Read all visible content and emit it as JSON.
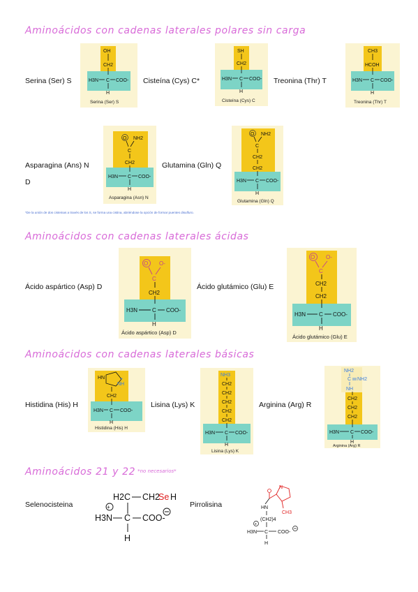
{
  "sections": {
    "polar": "Aminoácidos con cadenas laterales polares sin carga",
    "acidic": "Aminoácidos con cadenas laterales ácidas",
    "basic": "Aminoácidos con cadenas laterales básicas",
    "extra": "Aminoácidos 21 y 22",
    "extra_note": "*no necesarios*"
  },
  "amino": {
    "serina": {
      "label": "Serina (Ser) S",
      "caption": "Serina (Ser) S",
      "side": [
        "OH",
        "CH2"
      ]
    },
    "cisteina": {
      "label": "Cisteína (Cys) C*",
      "caption": "Cisteína (Cys) C",
      "side": [
        "SH",
        "CH2"
      ]
    },
    "treonina": {
      "label": "Treonina (Thr) T",
      "caption": "Treonina (Thr) T",
      "side": [
        "CH3",
        "HCOH"
      ]
    },
    "asparagina": {
      "label1": "Asparagina (Ans) N",
      "label2": "D",
      "caption": "Asparagina (Asn) N",
      "side": [
        "O",
        "NH2",
        "C",
        "CH2"
      ]
    },
    "glutamina": {
      "label": "Glutamina (Gln) Q",
      "caption": "Glutamina (Gln) Q",
      "side": [
        "O",
        "NH2",
        "C",
        "CH2",
        "CH2"
      ]
    },
    "aspartico": {
      "label": "Ácido aspártico (Asp) D",
      "caption": "Ácido aspártico (Asp) D",
      "side": [
        "O",
        "O-",
        "C",
        "CH2"
      ]
    },
    "glutamico": {
      "label": "Ácido glutámico (Glu) E",
      "caption": "Ácido glutámico (Glu) E",
      "side": [
        "O",
        "O-",
        "C",
        "CH2",
        "CH2"
      ]
    },
    "histidina": {
      "label": "Histidina (His) H",
      "caption": "Histidina (His) H",
      "side": [
        "HN",
        "NH",
        "+",
        "CH2"
      ]
    },
    "lisina": {
      "label": "Lisina (Lys) K",
      "caption": "Lisina (Lys) K",
      "side": [
        "NH3",
        "CH2"
      ]
    },
    "arginina": {
      "label": "Arginina (Arg) R",
      "caption": "Arginina (Arg) R",
      "side": [
        "NH2",
        "C",
        "NH2",
        "NH",
        "CH2"
      ]
    },
    "selenocisteina": {
      "label": "Selenocisteina",
      "side": [
        "H2C",
        "CH2",
        "Se",
        "H"
      ]
    },
    "pirrolisina": {
      "label": "Pirrolisina",
      "side": [
        "N",
        "HN",
        "CH3",
        "(CH2)4"
      ]
    }
  },
  "backbone": {
    "n": "H3N",
    "plus": "+",
    "c": "C",
    "coo": "COO-",
    "h": "H"
  },
  "footnote": "*De la unión de dos cisteinas a través de los S, se forma una cistina, abriéndose la opción de formar puentes disulfuro.",
  "colors": {
    "teal": "#7dd4c6",
    "yellow": "#f3c61a",
    "card": "#fbf4d2",
    "heading": "#d86ad8",
    "red": "#e02020",
    "blue": "#3a7de0",
    "magenta": "#c04090"
  }
}
